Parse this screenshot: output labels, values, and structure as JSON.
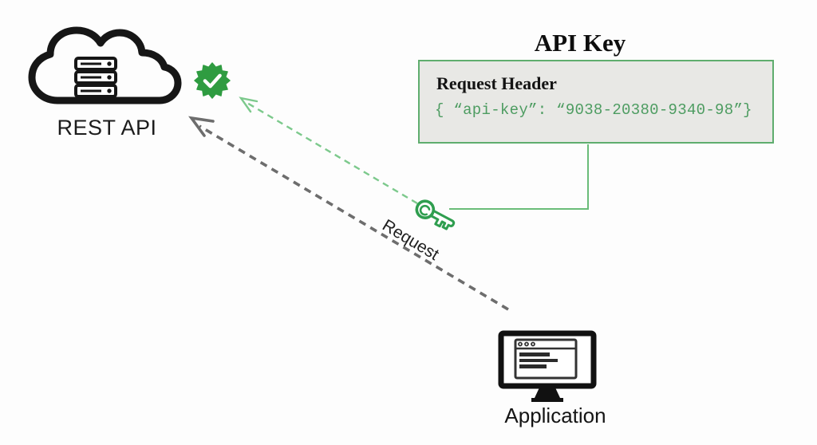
{
  "rest_api": {
    "label": "REST API",
    "icon": "cloud-server-icon"
  },
  "badge": {
    "icon": "verified-check-badge-icon",
    "color": "#2f9c41",
    "check_color": "#ffffff"
  },
  "panel": {
    "title": "API Key",
    "header_label": "Request Header",
    "code": "{ “api-key”: “9038-20380-9340-98”}",
    "border_color": "#5fad6e",
    "background_color": "#e8e8e5",
    "code_color": "#4d9c61"
  },
  "key": {
    "icon": "key-icon",
    "color": "#2f9e4f"
  },
  "arrows": {
    "request_label": "Request",
    "request_arrow_color": "#6d6d6d",
    "key_arrow_color": "#7cc98c",
    "connector_color": "#6abc79",
    "style": "dashed"
  },
  "application": {
    "label": "Application",
    "icon": "monitor-icon"
  }
}
